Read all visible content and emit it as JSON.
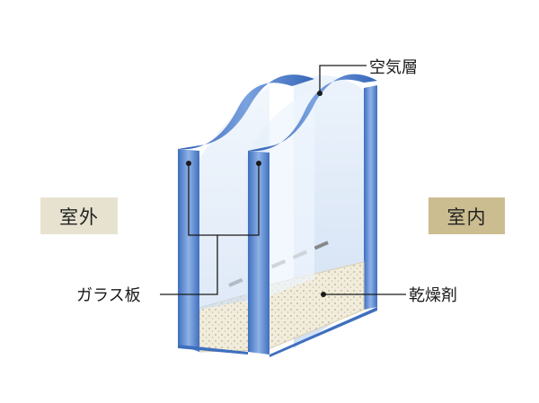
{
  "labels": {
    "outdoor": "室外",
    "indoor": "室内",
    "air_layer": "空気層",
    "glass_pane": "ガラス板",
    "desiccant": "乾燥剤"
  },
  "colors": {
    "glass_edge": "#4f7fc8",
    "glass_face": "#cfe0f5",
    "outdoor_box": "#e7e2cf",
    "indoor_box": "#cbbd90",
    "desiccant": "#efe9d6",
    "leader": "#1a1a1a"
  }
}
